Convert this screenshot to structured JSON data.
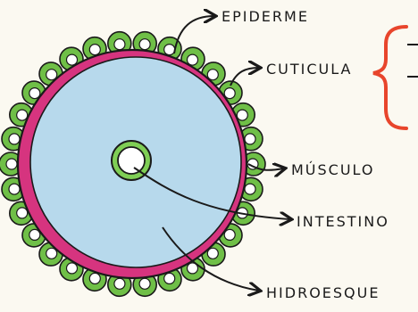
{
  "labels": {
    "epiderme": "EPIDERME",
    "cuticula": "CUTICULA",
    "musculo": "MÚSCULO",
    "intestino": "INTESTINO",
    "hidroesqueleto": "HIDROESQUE"
  },
  "colors": {
    "background": "#fbf9f1",
    "hydroskeleton": "#b7d9ec",
    "muscle_layer": "#d6347f",
    "epidermis_bumps": "#6fbf47",
    "outline": "#1a1a1a",
    "brace": "#e8452c",
    "intestine_fill": "#ffffff",
    "intestine_ring": "#7fce55"
  },
  "icons": {
    "brace": "curly-brace"
  }
}
